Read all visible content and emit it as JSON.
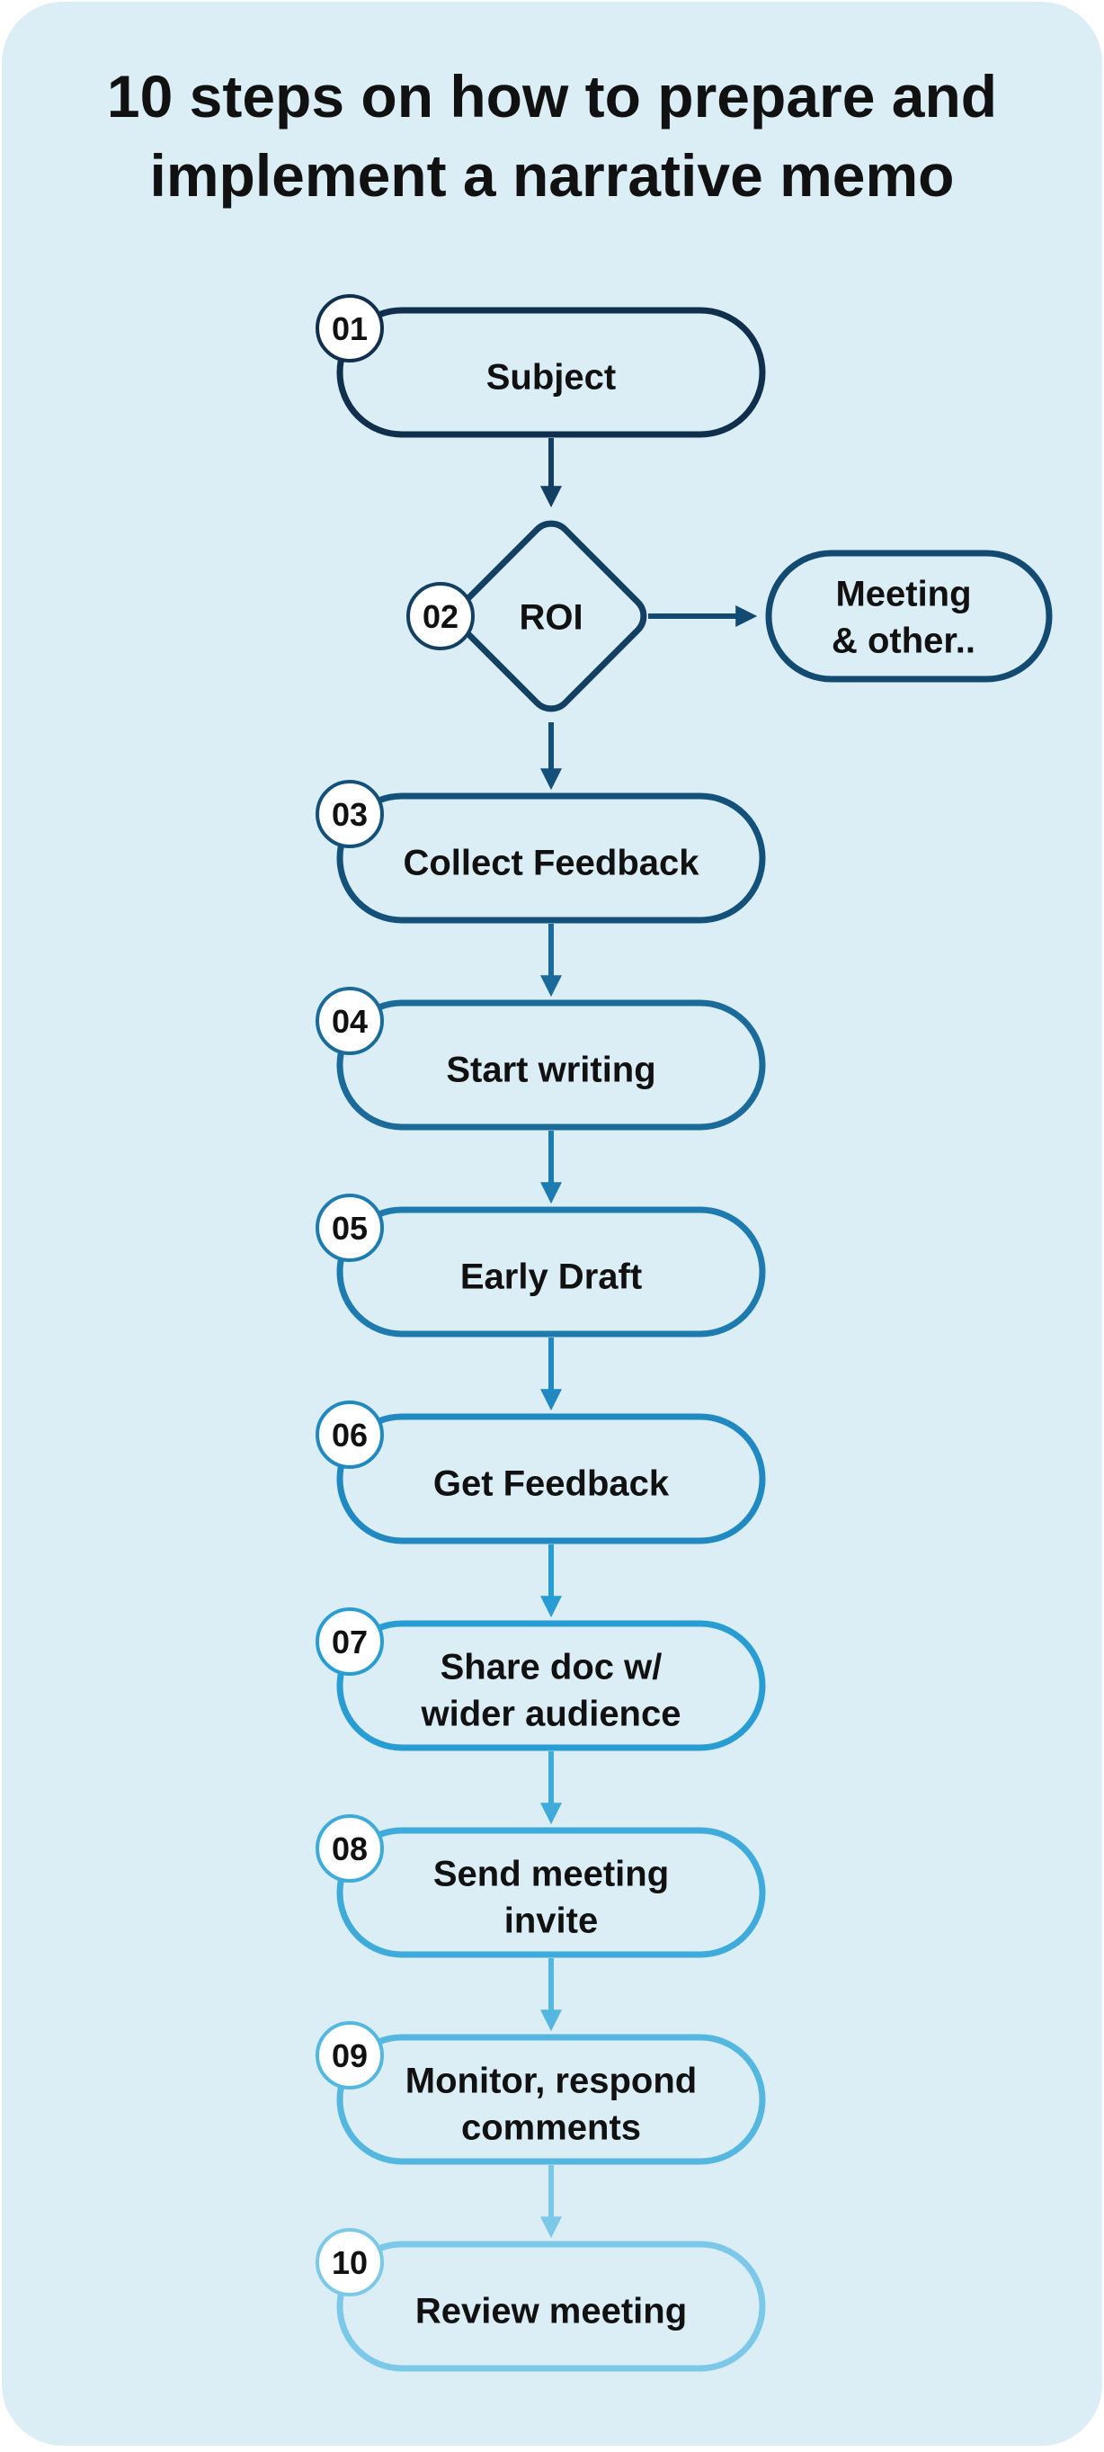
{
  "title": {
    "line1": "10 steps on how to prepare and",
    "line2": "implement a narrative memo"
  },
  "colors": {
    "background": "#dbedf5",
    "title_text": "#111111",
    "box_fill": "#dbedf5",
    "badge_fill": "#ffffff",
    "step_colors": [
      "#0f2f4c",
      "#123f62",
      "#13517a",
      "#1a6a9a",
      "#1d7bb0",
      "#2089c1",
      "#279dd3",
      "#3eabda",
      "#54b7e0",
      "#7cc8e8"
    ],
    "side_box": "#134a72"
  },
  "steps": [
    {
      "num": "01",
      "label_lines": [
        "Subject"
      ]
    },
    {
      "num": "02",
      "label_lines": [
        "ROI"
      ]
    },
    {
      "num": "03",
      "label_lines": [
        "Collect Feedback"
      ]
    },
    {
      "num": "04",
      "label_lines": [
        "Start writing"
      ]
    },
    {
      "num": "05",
      "label_lines": [
        "Early Draft"
      ]
    },
    {
      "num": "06",
      "label_lines": [
        "Get Feedback"
      ]
    },
    {
      "num": "07",
      "label_lines": [
        "Share doc w/",
        "wider audience"
      ]
    },
    {
      "num": "08",
      "label_lines": [
        "Send meeting",
        "invite"
      ]
    },
    {
      "num": "09",
      "label_lines": [
        "Monitor, respond",
        "comments"
      ]
    },
    {
      "num": "10",
      "label_lines": [
        "Review meeting"
      ]
    }
  ],
  "side_node": {
    "label_lines": [
      "Meeting",
      "& other.."
    ]
  }
}
